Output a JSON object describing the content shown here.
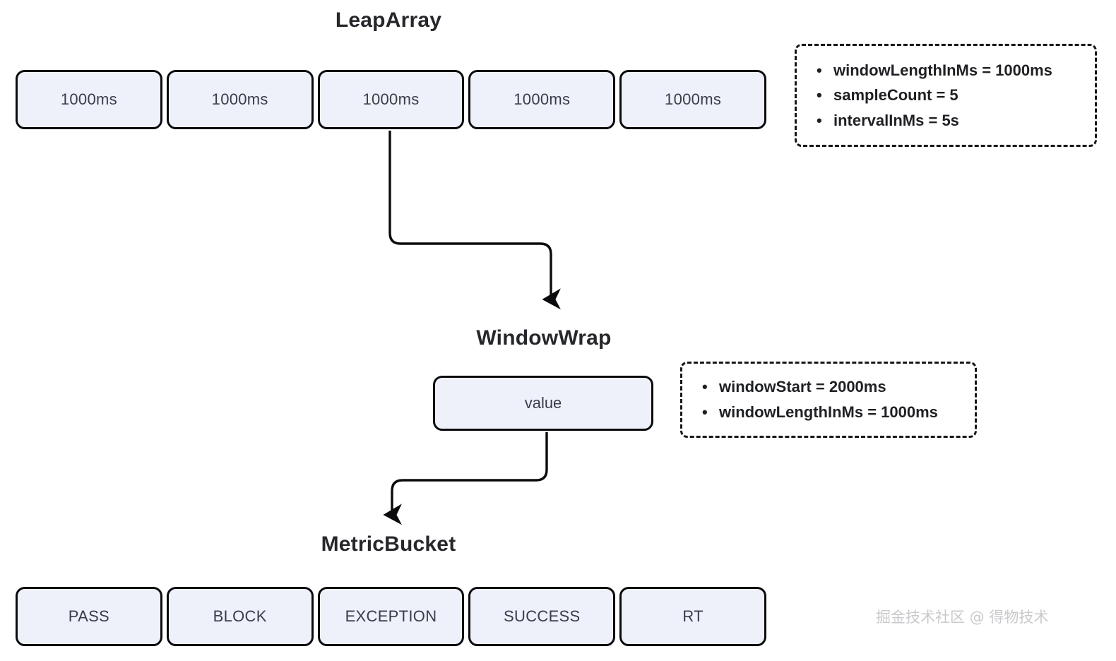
{
  "diagram": {
    "sections": {
      "leap_array": {
        "title": "LeapArray",
        "buckets": [
          {
            "label": "1000ms"
          },
          {
            "label": "1000ms"
          },
          {
            "label": "1000ms"
          },
          {
            "label": "1000ms"
          },
          {
            "label": "1000ms"
          }
        ],
        "note": {
          "items": [
            {
              "bullet": "•",
              "text": "windowLengthInMs = 1000ms"
            },
            {
              "bullet": "•",
              "text": "sampleCount = 5"
            },
            {
              "bullet": "•",
              "text": "intervalInMs = 5s"
            }
          ]
        }
      },
      "window_wrap": {
        "title": "WindowWrap",
        "box_label": "value",
        "note": {
          "items": [
            {
              "bullet": "•",
              "text": "windowStart = 2000ms"
            },
            {
              "bullet": "•",
              "text": "windowLengthInMs = 1000ms"
            }
          ]
        }
      },
      "metric_bucket": {
        "title": "MetricBucket",
        "buckets": [
          {
            "label": "PASS"
          },
          {
            "label": "BLOCK"
          },
          {
            "label": "EXCEPTION"
          },
          {
            "label": "SUCCESS"
          },
          {
            "label": "RT"
          }
        ]
      }
    },
    "connectors": [
      {
        "name": "leaparray-to-windowwrap",
        "from": "leap-array-bucket-3",
        "to": "window-wrap-title"
      },
      {
        "name": "windowwrap-to-metricbucket",
        "from": "window-wrap-value-box",
        "to": "metric-bucket-title"
      }
    ],
    "watermark": "掘金技术社区 @ 得物技术",
    "colors": {
      "box_fill": "#eef0fa",
      "box_border": "#0b0b0d",
      "text": "#3a3d48",
      "title": "#26272b",
      "watermark": "#c9cacd",
      "background": "#ffffff"
    }
  }
}
